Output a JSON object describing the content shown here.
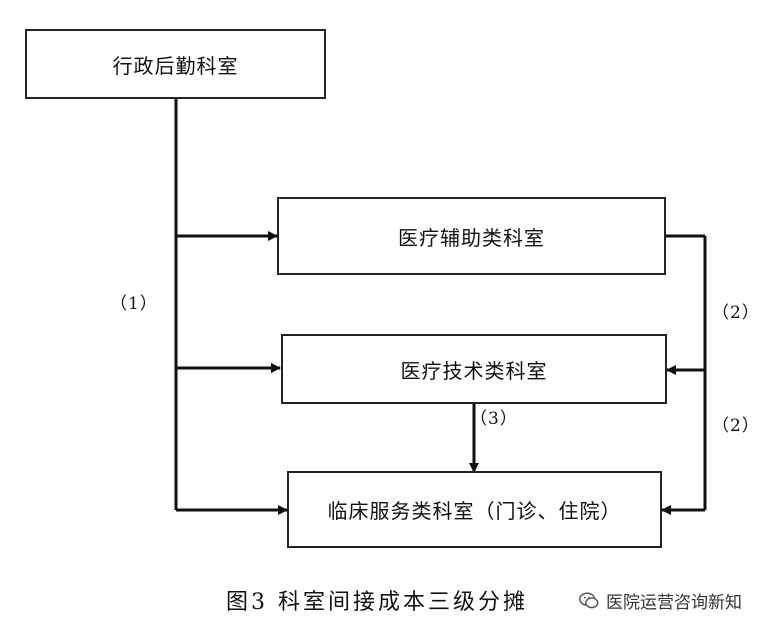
{
  "nodes": {
    "admin": "行政后勤科室",
    "aux": "医疗辅助类科室",
    "tech": "医疗技术类科室",
    "clinical": "临床服务类科室（门诊、住院）"
  },
  "edge_labels": {
    "step1": "（1）",
    "step2a": "（2）",
    "step2b": "（2）",
    "step3": "（3）"
  },
  "caption": "图3   科室间接成本三级分摊",
  "watermark": {
    "icon": "wechat-icon",
    "text": "医院运营咨询新知"
  }
}
